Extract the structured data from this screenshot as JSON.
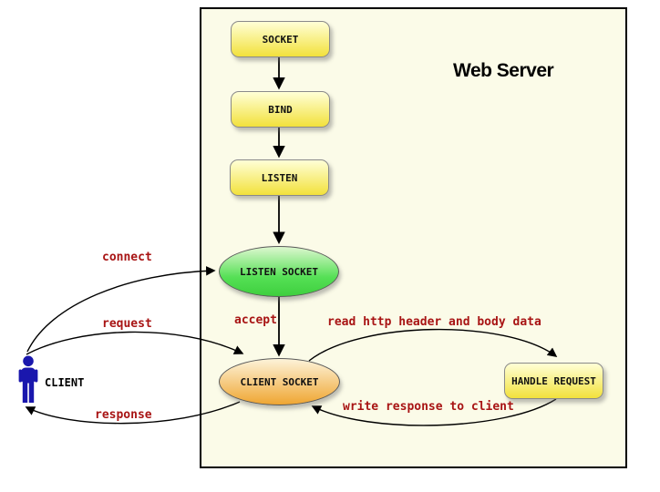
{
  "diagram": {
    "title": "Web Server",
    "nodes": {
      "socket": "SOCKET",
      "bind": "BIND",
      "listen": "LISTEN",
      "listen_socket": "LISTEN SOCKET",
      "client_socket": "CLIENT SOCKET",
      "handle_request": "HANDLE REQUEST"
    },
    "actor": {
      "label": "CLIENT"
    },
    "edge_labels": {
      "connect": "connect",
      "request": "request",
      "response": "response",
      "accept": "accept",
      "read_http": "read http header and body data",
      "write_response": "write response to client"
    },
    "colors": {
      "canvas-bg": "#ffffff",
      "server-bg": "#fbfbe8",
      "server-border": "#000000",
      "node-yellow-top": "#ffffd6",
      "node-yellow-bottom": "#f2e13c",
      "node-yellow-border": "#8a8a8a",
      "ellipse-green-top": "#ddf7cf",
      "ellipse-green-bottom": "#3ecf3e",
      "ellipse-orange-top": "#fdf3d9",
      "ellipse-orange-bottom": "#efa632",
      "ellipse-border": "#5a5a5a",
      "edge-label-red": "#a81414",
      "actor-blue": "#1a17ad",
      "arrow-black": "#000000"
    }
  }
}
